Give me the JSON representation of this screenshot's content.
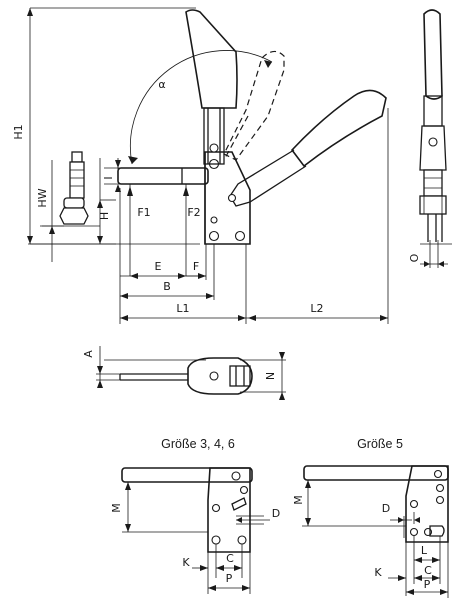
{
  "labels": {
    "h1": "H1",
    "hw": "HW",
    "h": "H",
    "i": "I",
    "alpha": "α",
    "f1": "F1",
    "f2": "F2",
    "e": "E",
    "f": "F",
    "b": "B",
    "l1": "L1",
    "l2": "L2",
    "o": "O",
    "a": "A",
    "n": "N"
  },
  "variant_left": {
    "title": "Größe 3, 4, 6",
    "m": "M",
    "d": "D",
    "k": "K",
    "c": "C",
    "p": "P"
  },
  "variant_right": {
    "title": "Größe 5",
    "m": "M",
    "d": "D",
    "l": "L",
    "k": "K",
    "c": "C",
    "p": "P"
  }
}
